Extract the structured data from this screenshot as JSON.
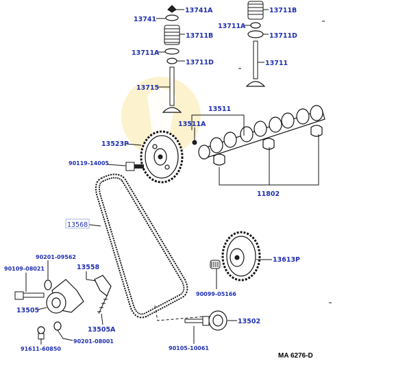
{
  "parts": {
    "p13741A": "13741A",
    "p13741": "13741",
    "p13711B_left": "13711B",
    "p13711A_left": "13711A",
    "p13711D_left": "13711D",
    "p13715": "13715",
    "p13711B_right": "13711B",
    "p13711A_right": "13711A",
    "p13711D_right": "13711D",
    "p13711": "13711",
    "p13511": "13511",
    "p13511A": "13511A",
    "p13523P": "13523P",
    "p90119_14005": "90119-14005",
    "p11802": "11802",
    "p13568": "13568",
    "p13613P": "13613P",
    "p90201_09562": "90201-09562",
    "p90109_08021": "90109-08021",
    "p13558": "13558",
    "p13505": "13505",
    "p13505A": "13505A",
    "p90099_05166": "90099-05166",
    "p13502": "13502",
    "p91611_60850": "91611-60850",
    "p90201_08001": "90201-08001",
    "p90105_10061": "90105-10061"
  },
  "reference_code": "MA 6276-D",
  "colors": {
    "label": "#1f2fb0",
    "line": "#111111",
    "watermark": "#f6e7a6"
  }
}
